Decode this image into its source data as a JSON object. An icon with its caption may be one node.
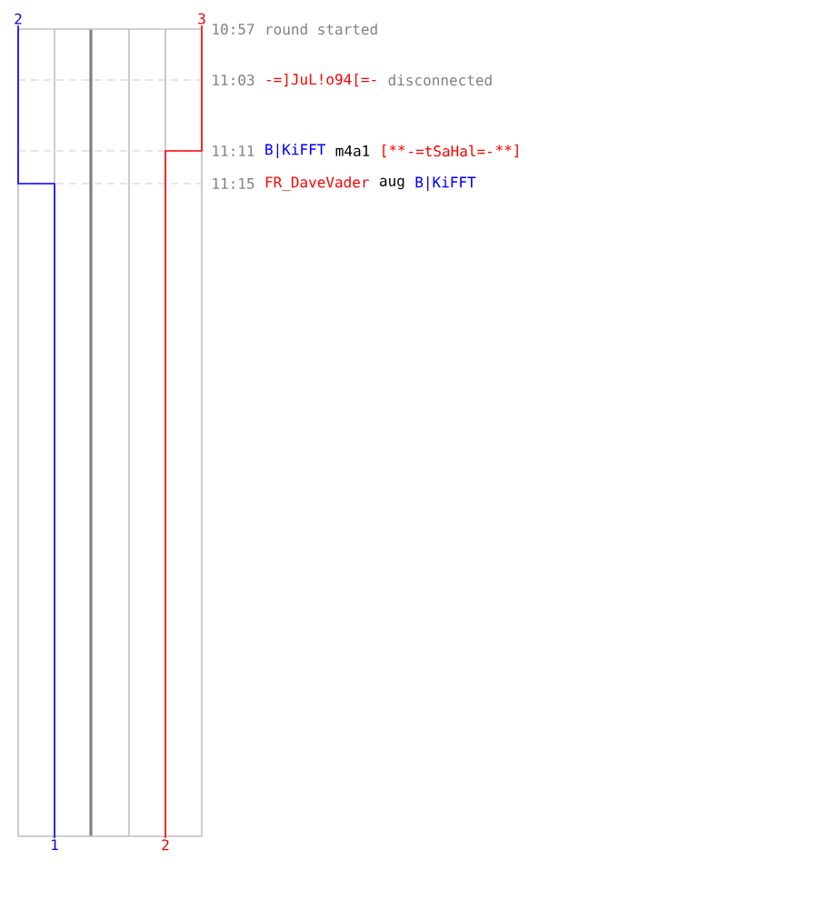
{
  "diagram": {
    "nodes": [
      {
        "text": [
          "2"
        ]
      },
      {
        "text": [
          "3"
        ]
      },
      {
        "text": [
          "1"
        ]
      },
      {
        "text": [
          "2"
        ]
      }
    ],
    "edges": [
      {
        "from": 0,
        "to": 2,
        "arrow": "none",
        "color": "#0000ff"
      },
      {
        "from": 1,
        "to": 3,
        "arrow": "none",
        "color": "#ff0000"
      }
    ],
    "labels": [
      "10:57",
      "round started",
      "11:03",
      "-=]JuL!o94[=-",
      "disconnected",
      "11:11",
      "B|KiFFT",
      "m4a1",
      "[**",
      "-=tSaHal=-",
      "**]",
      "11:15",
      "FR_DaveVader",
      "aug",
      "B|KiFFT"
    ]
  }
}
